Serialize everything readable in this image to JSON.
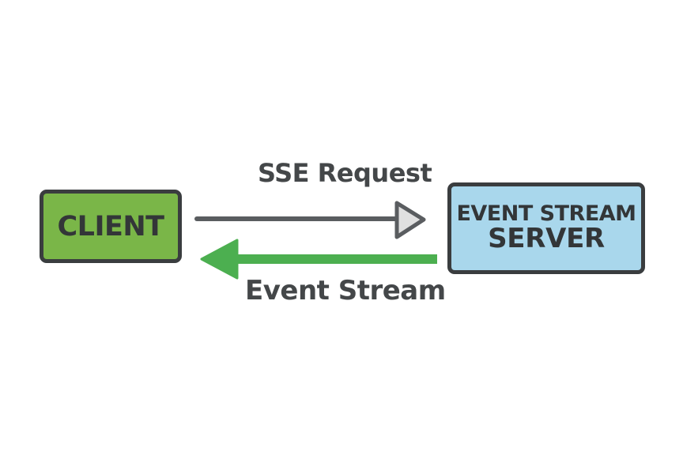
{
  "client": {
    "label": "CLIENT"
  },
  "server": {
    "line1": "EVENT STREAM",
    "line2": "SERVER"
  },
  "arrows": {
    "request_label": "SSE Request",
    "stream_label": "Event Stream"
  },
  "colors": {
    "client_fill": "#7ab648",
    "server_fill": "#a9d7ec",
    "border": "#3a3d3f",
    "request_arrow": "#5a5d60",
    "stream_arrow": "#4caf50"
  }
}
